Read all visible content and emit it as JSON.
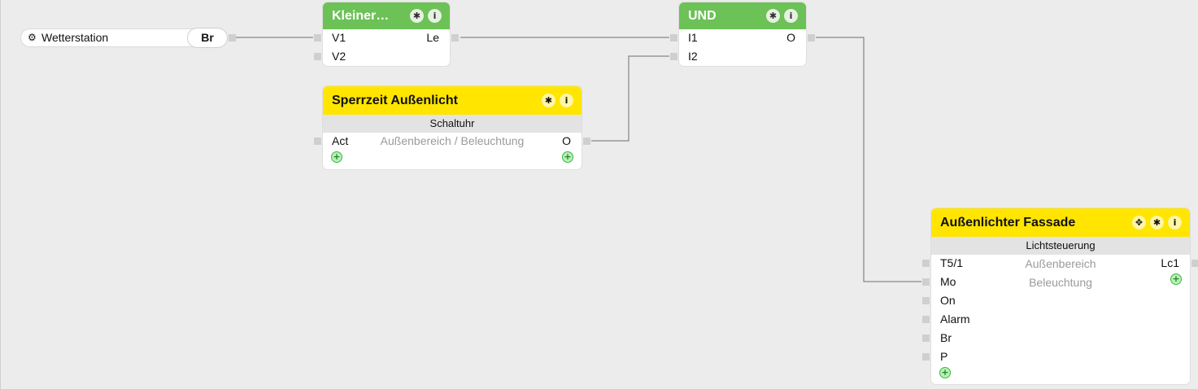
{
  "source": {
    "icon": "gear-icon",
    "name": "Wetterstation",
    "output": "Br"
  },
  "blocks": {
    "kleiner": {
      "title": "Kleiner…",
      "inputs": [
        "V1",
        "V2"
      ],
      "outputs": [
        "Le"
      ]
    },
    "und": {
      "title": "UND",
      "inputs": [
        "I1",
        "I2"
      ],
      "outputs": [
        "O"
      ]
    },
    "sperrzeit": {
      "title": "Sperrzeit Außenlicht",
      "subtitle": "Schaltuhr",
      "inputs": [
        "Act"
      ],
      "outputs": [
        "O"
      ],
      "description": "Außenbereich / Beleuchtung"
    },
    "fassade": {
      "title": "Außenlichter Fassade",
      "subtitle": "Lichtsteuerung",
      "inputs": [
        "T5/1",
        "Mo",
        "On",
        "Alarm",
        "Br",
        "P"
      ],
      "outputs": [
        "Lc1"
      ],
      "description_line1": "Außenbereich",
      "description_line2": "Beleuchtung"
    }
  },
  "buttons": {
    "settings": "✱",
    "info": "i",
    "move": "✥",
    "add": "+"
  },
  "colors": {
    "green": "#6cc157",
    "yellow": "#ffe500",
    "wire": "#6e6e6e",
    "add": "#3fb53f"
  }
}
